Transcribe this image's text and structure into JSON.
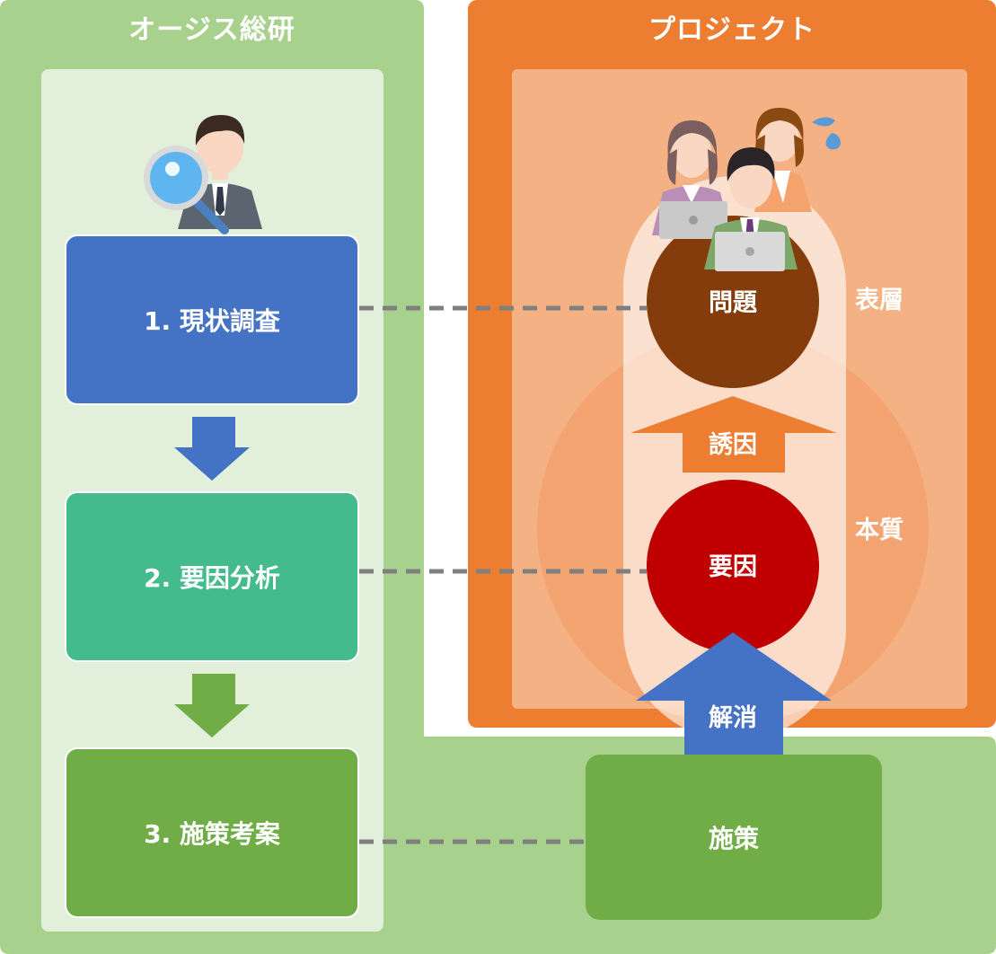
{
  "left_panel": {
    "title": "オージス総研"
  },
  "right_panel": {
    "title": "プロジェクト"
  },
  "steps": [
    {
      "label": "1. 現状調査"
    },
    {
      "label": "2. 要因分析"
    },
    {
      "label": "3. 施策考案"
    }
  ],
  "project": {
    "problem": "問題",
    "cause": "要因",
    "trigger": "誘因",
    "resolve": "解消",
    "surface": "表層",
    "essence": "本質",
    "measure": "施策"
  },
  "colors": {
    "green_bg": "#a9d18e",
    "green_inner": "#e2efda",
    "orange_outer": "#ed7d31",
    "orange_inner": "#f4b183",
    "step1": "#4472c4",
    "step2": "#43bb8d",
    "step3": "#70ad47",
    "problem_circle": "#843c0c",
    "cause_circle": "#c00000",
    "connector": "#7f7f7f"
  },
  "icons": [
    "consultant-magnifier-icon",
    "project-team-icon",
    "sweat-drops-icon"
  ]
}
